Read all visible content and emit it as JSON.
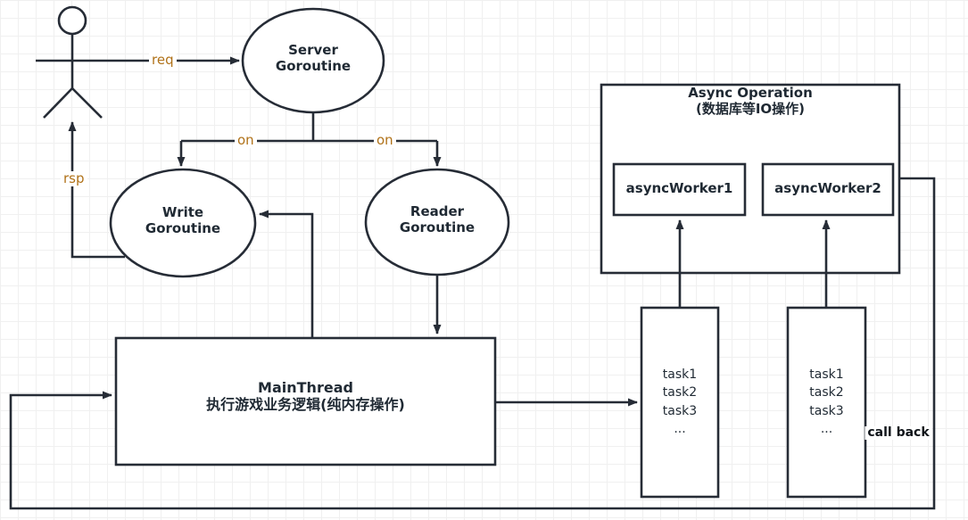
{
  "diagram": {
    "title": "Go game server goroutine architecture",
    "background": {
      "grid_minor_color": "#f0f0f0",
      "grid_major_color": "#e6e6e6",
      "page_color": "#ffffff"
    },
    "stroke_color": "#262c36",
    "edge_label_color": "#b07219",
    "nodes": {
      "actor": {
        "name": "client-actor",
        "label": ""
      },
      "server": {
        "line1": "Server",
        "line2": "Goroutine"
      },
      "write": {
        "line1": "Write",
        "line2": "Goroutine"
      },
      "reader": {
        "line1": "Reader",
        "line2": "Goroutine"
      },
      "mainthread": {
        "line1": "MainThread",
        "line2": "执行游戏业务逻辑(纯内存操作)"
      },
      "async_group": {
        "line1": "Async Operation",
        "line2": "(数据库等IO操作)"
      },
      "worker1": {
        "label": "asyncWorker1"
      },
      "worker2": {
        "label": "asyncWorker2"
      },
      "queue1": {
        "items": [
          "task1",
          "task2",
          "task3",
          "..."
        ]
      },
      "queue2": {
        "items": [
          "task1",
          "task2",
          "task3",
          "..."
        ]
      }
    },
    "edges": {
      "req": {
        "label": "req"
      },
      "rsp": {
        "label": "rsp"
      },
      "on_left": {
        "label": "on"
      },
      "on_right": {
        "label": "on"
      },
      "call_back": {
        "label": "call back"
      }
    }
  }
}
